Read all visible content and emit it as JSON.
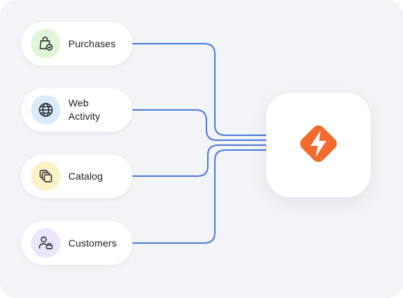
{
  "sources": [
    {
      "label": "Purchases",
      "icon": "shopping-bag-check-icon",
      "icon_bg": "#e3f5d8"
    },
    {
      "label": "Web\nActivity",
      "icon": "globe-icon",
      "icon_bg": "#dcebfb"
    },
    {
      "label": "Catalog",
      "icon": "stacked-pages-icon",
      "icon_bg": "#fbf1c7"
    },
    {
      "label": "Customers",
      "icon": "user-connect-icon",
      "icon_bg": "#ece5fb"
    }
  ],
  "colors": {
    "connector": "#4a78e0",
    "hub_logo": "#f26a2e",
    "background": "#f3f4f7"
  },
  "hub": {
    "icon": "lightning-bolt-logo-icon"
  }
}
